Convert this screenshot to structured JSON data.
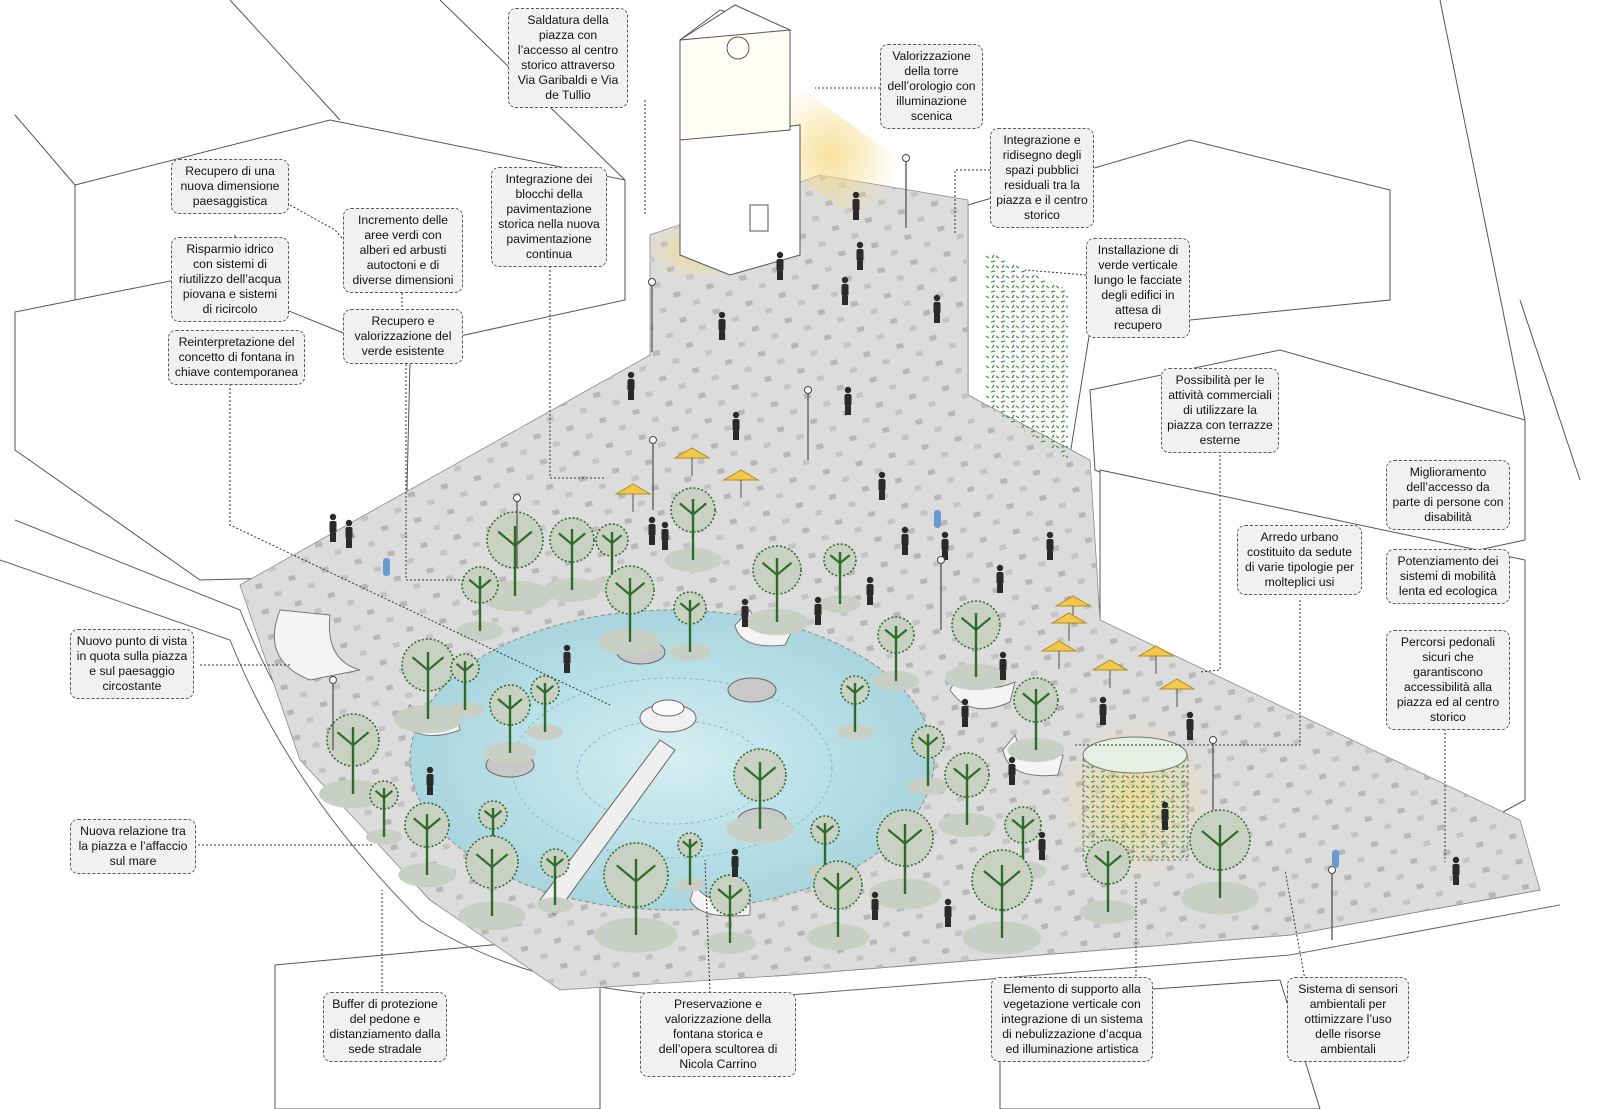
{
  "colors": {
    "ground": "#dcdcdc",
    "pavers": "#b7b7b7",
    "water": "#bfe3ea",
    "tree_stroke": "#2e6b2a",
    "tree_canopy": "#c9d2c2",
    "light_glow": "#f6dc8c",
    "vertical_green": "#4f8c55"
  },
  "icons": [
    "tree-icon",
    "person-icon",
    "umbrella-icon",
    "lamp-icon",
    "sensor-icon",
    "fountain-icon",
    "bench-icon"
  ],
  "labels": {
    "c_saldatura": "Saldatura della piazza con l’accesso al centro storico attraverso Via Garibaldi e Via de Tullio",
    "c_torre": "Valorizzazione della torre dell’orologio con illuminazione scenica",
    "c_paesaggio": "Recupero di una nuova dimensione paesaggistica",
    "c_risparmio": "Risparmio idrico con sistemi di riutilizzo dell’acqua piovana e sistemi di ricircolo",
    "c_aree_verdi": "Incremento delle aree verdi con alberi ed arbusti autoctoni e di diverse dimensioni",
    "c_pavimentazione": "Integrazione dei blocchi della pavimentazione storica nella nuova pavimentazione continua",
    "c_integrazione": "Integrazione e ridisegno degli spazi pubblici residuali tra la piazza e il centro storico",
    "c_verde_verticale": "Installazione di verde verticale lungo le facciate degli edifici in attesa di recupero",
    "c_fontana_concetto": "Reinterpretazione del concetto di fontana in chiave contemporanea",
    "c_verde_esistente": "Recupero e valorizzazione del verde esistente",
    "c_commerciali": "Possibilità per le attività commerciali di utilizzare la piazza con terrazze esterne",
    "c_disabilita": "Miglioramento dell’accesso da parte di persone con disabilità",
    "c_arredo": "Arredo urbano costituito da sedute di varie tipologie per molteplici usi",
    "c_mobilita": "Potenziamento dei sistemi di mobilità lenta ed ecologica",
    "c_punto_vista": "Nuovo punto di vista in quota sulla piazza e sul paesaggio circostante",
    "c_percorsi": "Percorsi pedonali sicuri che garantiscono accessibilità alla piazza ed al centro storico",
    "c_mare": "Nuova relazione tra la piazza e l’affaccio sul mare",
    "c_buffer": "Buffer di protezione del pedone e distanziamento dalla sede stradale",
    "c_preservazione": "Preservazione e valorizzazione della fontana storica e dell’opera scultorea di Nicola Carrino",
    "c_supporto": "Elemento di supporto alla vegetazione verticale con integrazione di un sistema di nebulizzazione d’acqua ed illuminazione artistica",
    "c_sensori": "Sistema di sensori ambientali per ottimizzare l’uso delle risorse ambientali"
  }
}
